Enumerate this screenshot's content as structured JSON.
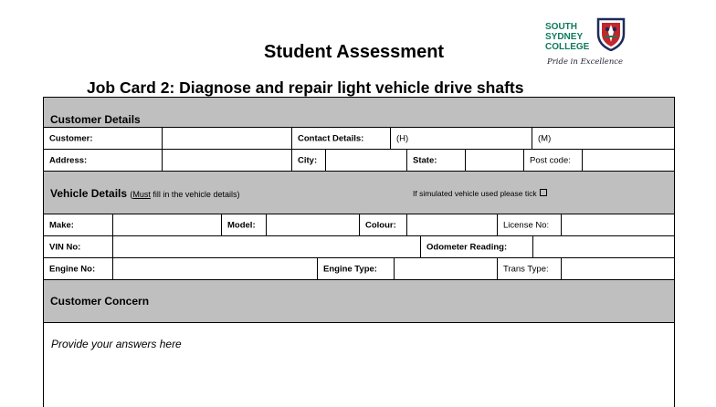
{
  "header": {
    "title": "Student Assessment",
    "subtitle": "Job Card 2: Diagnose and repair light vehicle drive shafts"
  },
  "logo": {
    "line1": "SOUTH",
    "line2": "SYDNEY",
    "line3": "COLLEGE",
    "motto": "Pride in Excellence",
    "icon": "college-shield-icon",
    "colors": {
      "text": "#0f7a5a",
      "shield_red": "#c0282d",
      "shield_navy": "#1c2b5a"
    }
  },
  "customer_details": {
    "heading": "Customer Details",
    "customer_label": "Customer:",
    "contact_label": "Contact Details:",
    "home_label": "(H)",
    "mobile_label": "(M)",
    "address_label": "Address:",
    "city_label": "City:",
    "state_label": "State:",
    "postcode_label": "Post code:"
  },
  "vehicle_details": {
    "heading": "Vehicle Details",
    "must_word": "Must",
    "instruction_rest": " fill in the vehicle details)",
    "simulated_note": "If simulated vehicle used please tick",
    "make_label": "Make:",
    "model_label": "Model:",
    "colour_label": "Colour:",
    "license_label": "License No:",
    "vin_label": "VIN No:",
    "odometer_label": "Odometer Reading:",
    "engine_no_label": "Engine No:",
    "engine_type_label": "Engine Type:",
    "trans_type_label": "Trans Type:"
  },
  "customer_concern": {
    "heading": "Customer Concern",
    "placeholder": "Provide your answers here"
  },
  "colors": {
    "band": "#bfbfbf",
    "border": "#000000"
  }
}
